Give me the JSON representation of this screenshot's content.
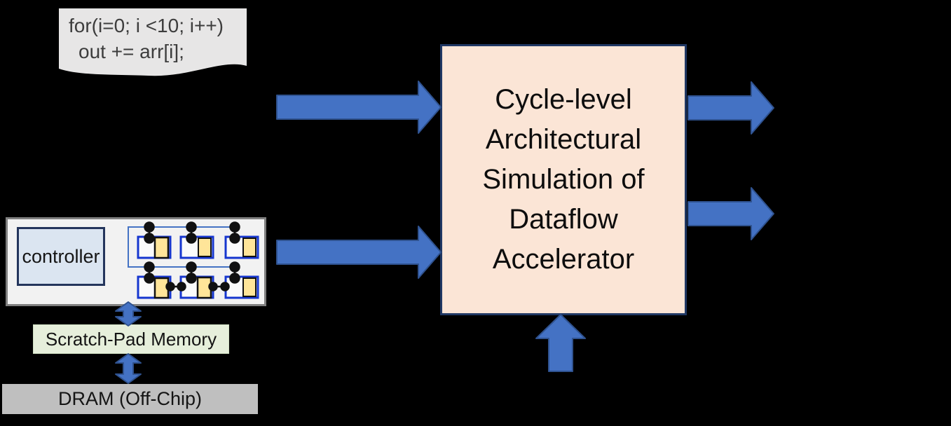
{
  "diagram": {
    "code_snippet": {
      "line1": "for(i=0; i <10; i++)",
      "line2": "out += arr[i];"
    },
    "simulator_box": {
      "line1": "Cycle-level",
      "line2": "Architectural",
      "line3": "Simulation of",
      "line4": "Dataflow",
      "line5": "Accelerator"
    },
    "accelerator_chip": {
      "controller_label": "controller"
    },
    "memory": {
      "scratchpad_label": "Scratch-Pad Memory",
      "dram_label": "DRAM (Off-Chip)"
    },
    "colors": {
      "background": "#000000",
      "arrow_fill": "#4472c4",
      "arrow_stroke": "#2f528f",
      "simulator_fill": "#fbe5d6",
      "simulator_border": "#203864",
      "code_shape_fill": "#e7e6e6",
      "chip_fill": "#f2f2f2",
      "chip_border": "#7f7f7f",
      "controller_fill": "#dbe5f1",
      "pe_border": "#1636cf",
      "pe_register_fill": "#ffe599",
      "bus_line": "#4472c4",
      "scratchpad_fill": "#e6efdb",
      "dram_fill": "#bfbfbf"
    }
  }
}
